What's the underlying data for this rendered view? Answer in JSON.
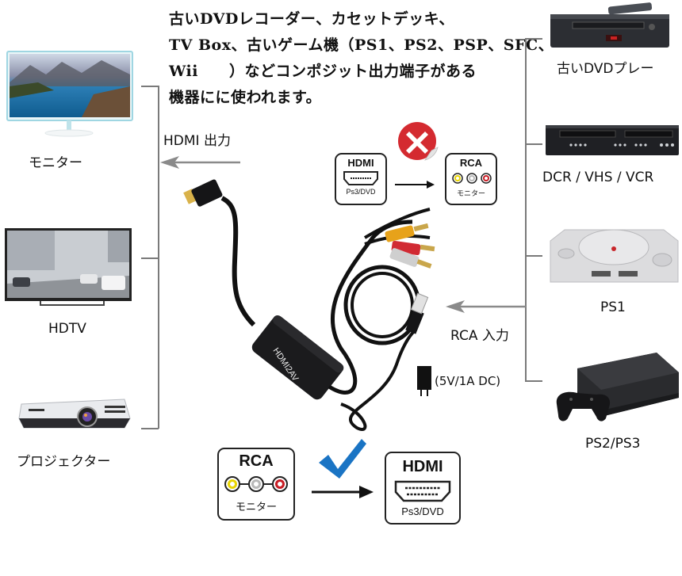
{
  "description": {
    "lines": [
      "古いDVDレコーダー、カセットデッキ、",
      "TV Box、古いゲーム機（PS1、PS2、PSP、SFC、",
      "Wii　　）などコンポジット出力端子がある",
      "機器にに使われます。"
    ]
  },
  "outputs": {
    "arrow_label": "HDMI 出力",
    "devices": [
      {
        "icon": "monitor-icon",
        "label": "モニター"
      },
      {
        "icon": "hdtv-icon",
        "label": "HDTV"
      },
      {
        "icon": "projector-icon",
        "label": "プロジェクター"
      }
    ]
  },
  "inputs": {
    "arrow_label": "RCA 入力",
    "devices": [
      {
        "icon": "dvd-player-icon",
        "label": "古いDVDプレー"
      },
      {
        "icon": "vcr-icon",
        "label": "DCR / VHS / VCR"
      },
      {
        "icon": "ps1-console-icon",
        "label": "PS1"
      },
      {
        "icon": "ps3-console-icon",
        "label": "PS2/PS3"
      }
    ]
  },
  "product": {
    "device_label": "HDMI2AV",
    "power_label": "(5V/1A DC)"
  },
  "wrong_direction": {
    "status_icon": "cross-icon",
    "from": {
      "title": "HDMI",
      "sub": "Ps3/DVD"
    },
    "to": {
      "title": "RCA",
      "sub": "モニター"
    }
  },
  "right_direction": {
    "status_icon": "check-icon",
    "from": {
      "title": "RCA",
      "sub": "モニター"
    },
    "to": {
      "title": "HDMI",
      "sub": "Ps3/DVD"
    }
  },
  "colors": {
    "line": "#7a7a7a",
    "cross": "#d42a30",
    "check": "#1a74c4",
    "rca_yellow": "#e8d400",
    "rca_white": "#b8b8b8",
    "rca_red": "#c81c24"
  }
}
